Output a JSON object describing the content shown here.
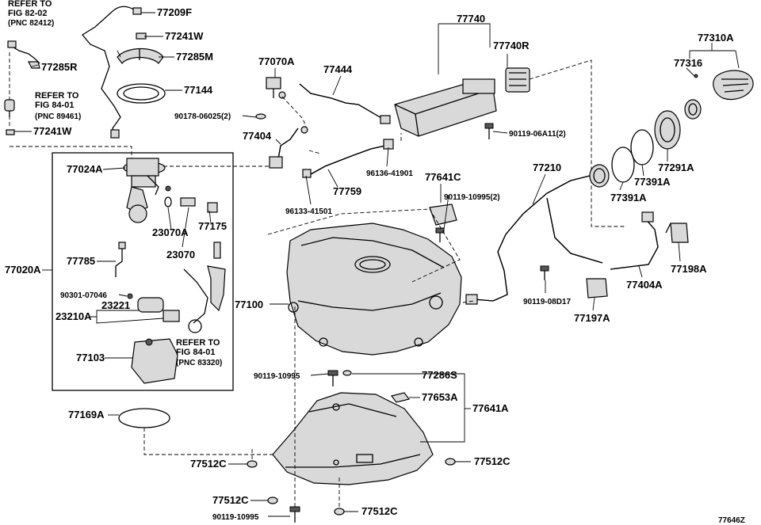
{
  "diagram_code": "77646Z",
  "refs": {
    "r1": [
      "REFER TO",
      "FIG 82-02",
      "(PNC 82412)"
    ],
    "r2": [
      "REFER TO",
      "FIG 84-01",
      "(PNC 89461)"
    ],
    "r3": [
      "REFER TO",
      "FIG 84-01",
      "(PNC 83320)"
    ]
  },
  "parts": {
    "p77209F": "77209F",
    "p77241W_a": "77241W",
    "p77285M": "77285M",
    "p77285R": "77285R",
    "p77144": "77144",
    "p77241W_b": "77241W",
    "p77024A": "77024A",
    "p77020A": "77020A",
    "p23070A": "23070A",
    "p77175": "77175",
    "p23070": "23070",
    "p77785": "77785",
    "p90301": "90301-07046",
    "p23221": "23221",
    "p23210A": "23210A",
    "p77103": "77103",
    "p77169A": "77169A",
    "p77070A": "77070A",
    "p90178": "90178-06025(2)",
    "p77444": "77444",
    "p77404": "77404",
    "p77759": "77759",
    "p96136": "96136-41901",
    "p96133": "96133-41501",
    "p77740": "77740",
    "p77740R": "77740R",
    "p90119_06A11": "90119-06A11(2)",
    "p77641C": "77641C",
    "p90119_10995_2": "90119-10995(2)",
    "p77100": "77100",
    "p90119_10995_a": "90119-10995",
    "p77286S": "77286S",
    "p77653A": "77653A",
    "p77641A": "77641A",
    "p77512C_a": "77512C",
    "p77512C_b": "77512C",
    "p77512C_c": "77512C",
    "p77512C_d": "77512C",
    "p90119_10995_b": "90119-10995",
    "p77210": "77210",
    "p90119_08D17": "90119-08D17",
    "p77197A": "77197A",
    "p77404A": "77404A",
    "p77198A": "77198A",
    "p77391A_a": "77391A",
    "p77391A_b": "77391A",
    "p77291A": "77291A",
    "p77310A": "77310A",
    "p77316": "77316"
  }
}
